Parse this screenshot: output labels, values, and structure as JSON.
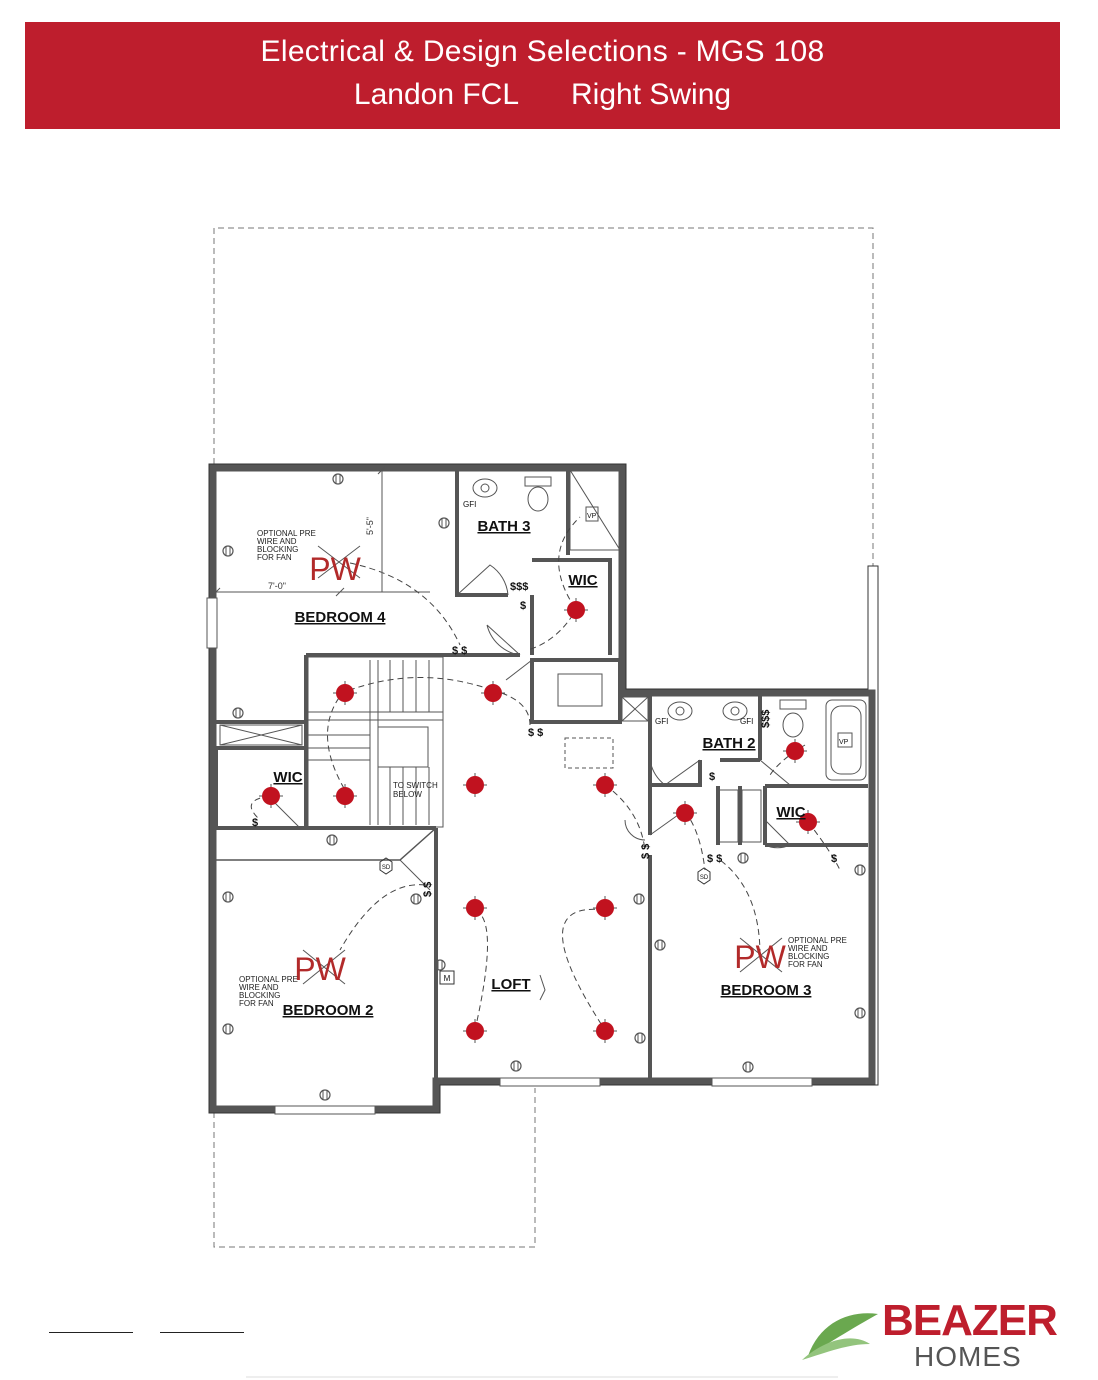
{
  "header": {
    "title": "Electrical & Design Selections - MGS 108",
    "plan_name": "Landon FCL",
    "swing": "Right Swing"
  },
  "colors": {
    "banner": "#be1e2d",
    "marker": "#c1121f",
    "walls": "#555555"
  },
  "rooms": {
    "bedroom4": "BEDROOM 4",
    "bath3": "BATH 3",
    "wic_top": "WIC",
    "wic_left": "WIC",
    "bath2": "BATH 2",
    "wic_right": "WIC",
    "loft": "LOFT",
    "bedroom2": "BEDROOM 2",
    "bedroom3": "BEDROOM 3"
  },
  "notes": {
    "fan_note_lines": [
      "OPTIONAL PRE",
      "WIRE AND",
      "BLOCKING",
      "FOR FAN"
    ],
    "fan_note_b3_lines": [
      "OPTIONAL PRE",
      "WIRE AND",
      "BLOCKING",
      "FOR FAN"
    ],
    "fan_note_b2_lines": [
      "OPTIONAL PRE",
      "WIRE AND",
      "BLOCKING",
      "FOR FAN"
    ],
    "switch_note_lines": [
      "TO SWITCH",
      "BELOW"
    ],
    "dim_vertical": "5'-5\"",
    "dim_horizontal": "7'-0\""
  },
  "symbols": {
    "prewire": "PW",
    "gfi": "GFI",
    "vp": "VP",
    "sd": "SD",
    "m": "M",
    "switch_single": "$",
    "switch_double": "$ $",
    "switch_triple": "$$$"
  },
  "logo": {
    "brand": "BEAZER",
    "sub": "HOMES",
    "icon": "leaf-icon"
  }
}
